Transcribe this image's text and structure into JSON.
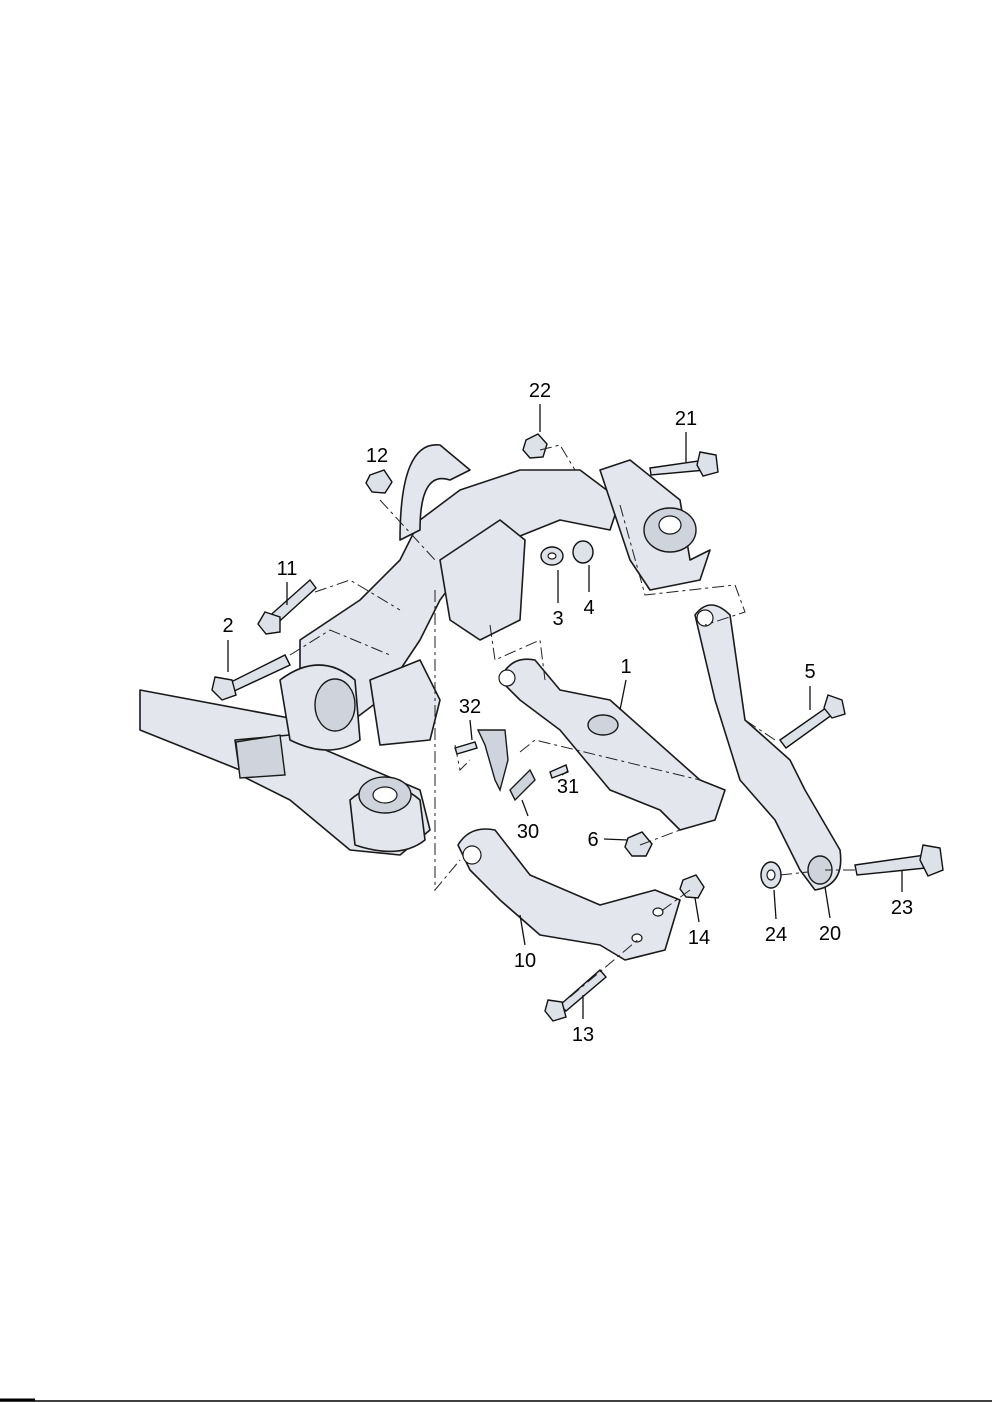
{
  "diagram": {
    "title": "Rear axle subframe and suspension links",
    "labels": {
      "p1": "1",
      "p2": "2",
      "p3": "3",
      "p4": "4",
      "p5": "5",
      "p6": "6",
      "p10": "10",
      "p11": "11",
      "p12": "12",
      "p13": "13",
      "p14": "14",
      "p20": "20",
      "p21": "21",
      "p22": "22",
      "p23": "23",
      "p24": "24",
      "p30": "30",
      "p31": "31",
      "p32": "32"
    }
  }
}
